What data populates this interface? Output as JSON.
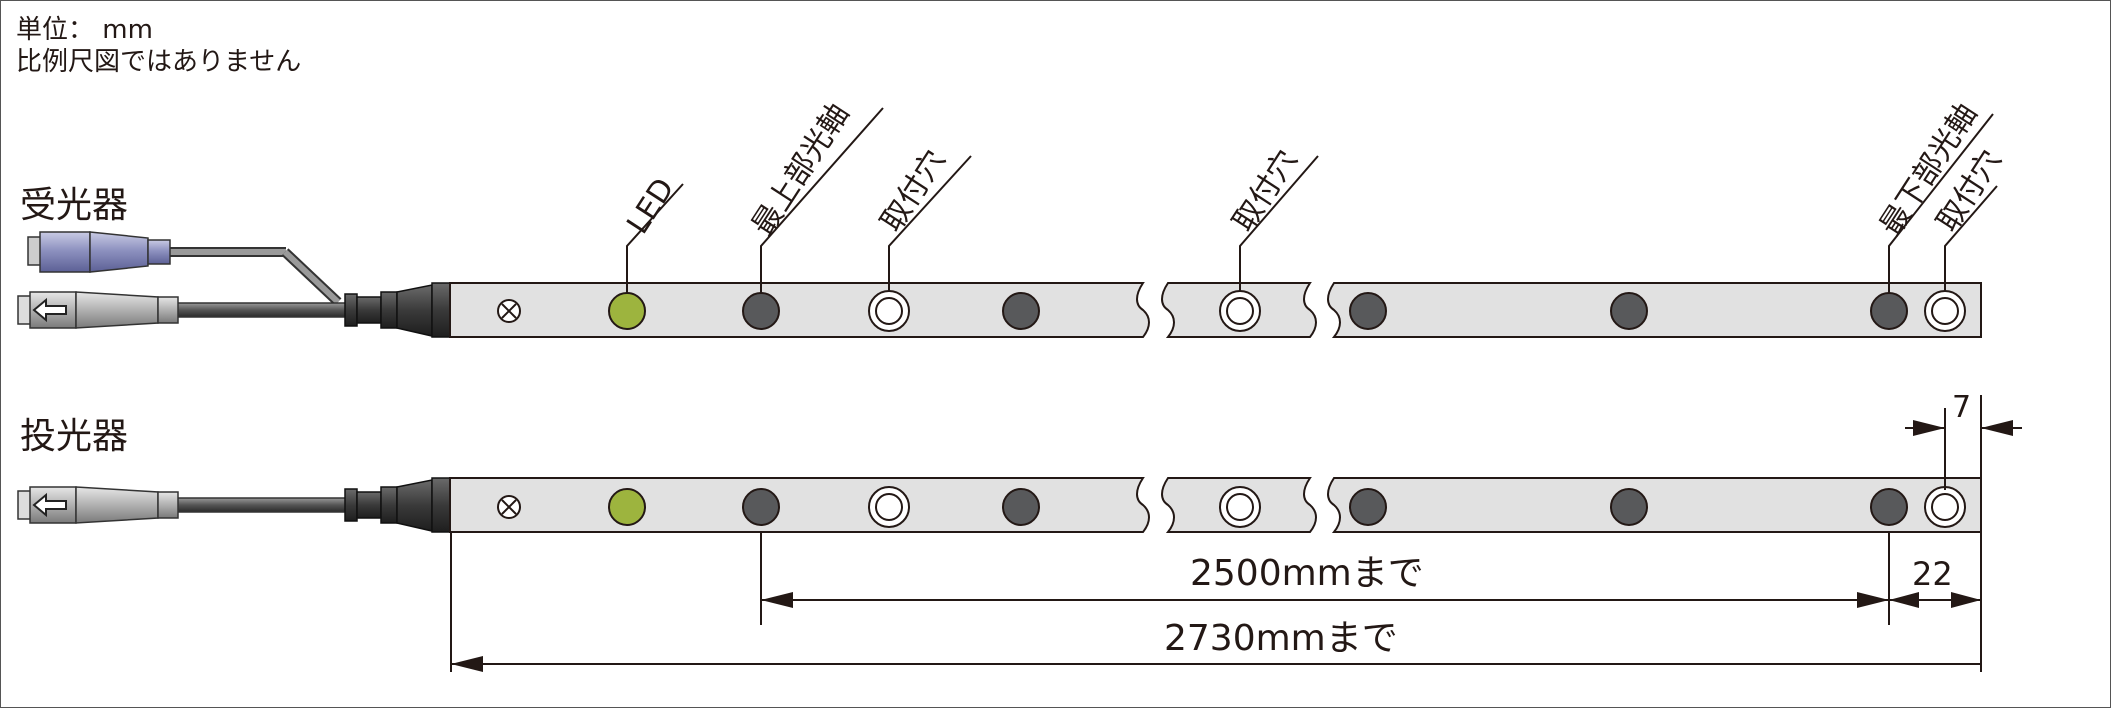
{
  "notes": {
    "unit": "単位： mm",
    "scale": "比例尺図ではありません"
  },
  "labels": {
    "receiver": "受光器",
    "emitter": "投光器",
    "led": "LED",
    "top_axis": "最上部光軸",
    "bottom_axis": "最下部光軸",
    "mount_hole": "取付穴"
  },
  "dimensions": {
    "d7": "7",
    "d22": "22",
    "d2500": "2500mmまで",
    "d2730": "2730mmまで"
  },
  "colors": {
    "led": "#9db43e",
    "beam": "#58595b",
    "bar": "#e1e1e1",
    "connector_blue": "#7f84b4",
    "line": "#231815"
  }
}
